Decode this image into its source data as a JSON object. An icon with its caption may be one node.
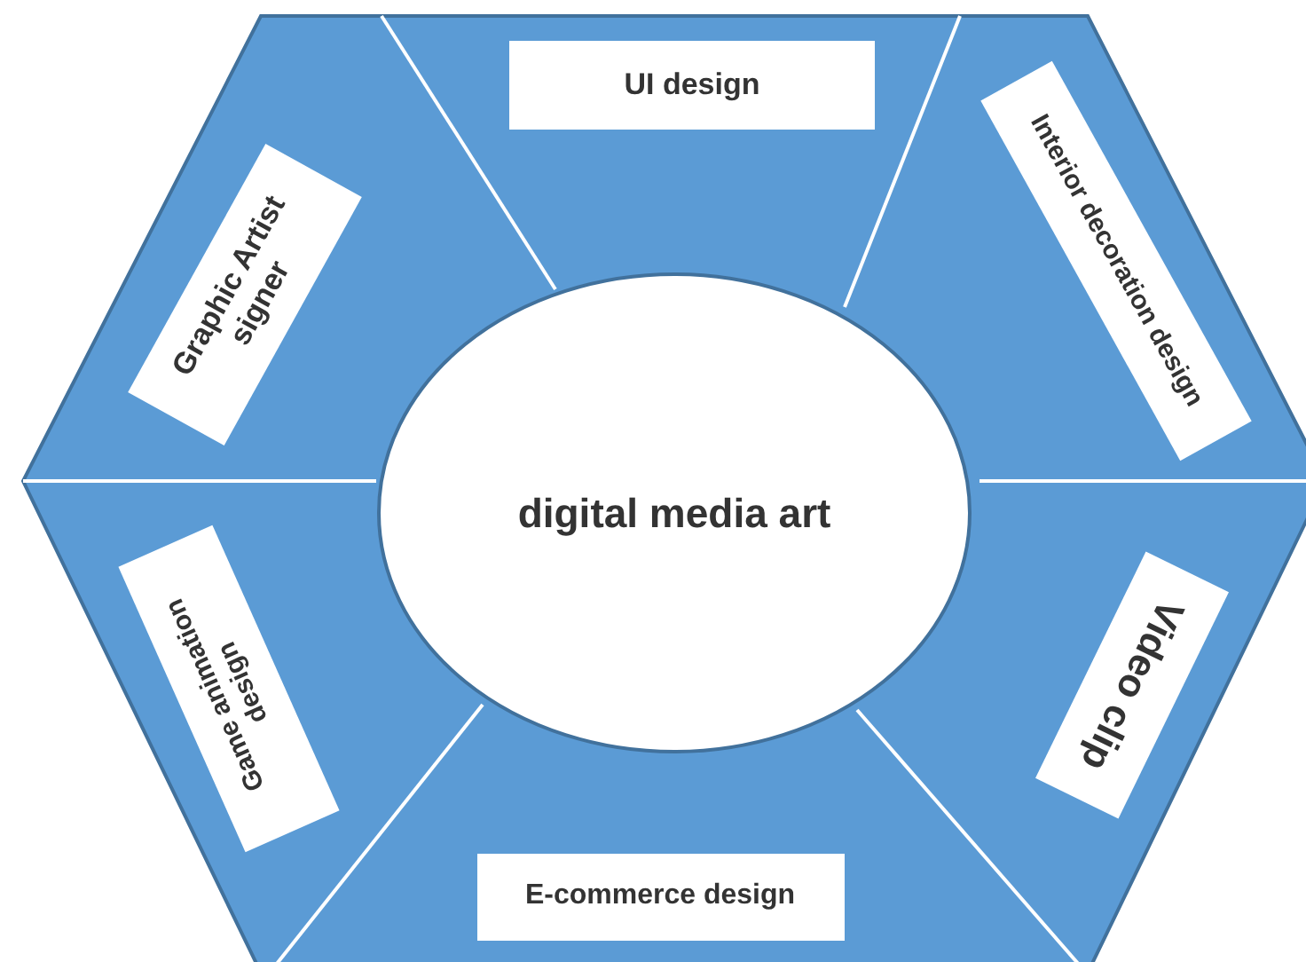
{
  "diagram": {
    "nodes": [
      {
        "text": [],
        "shape": "hexagon"
      },
      {
        "text": [
          "digital media art"
        ],
        "in": 0
      },
      {
        "text": [
          "UI design"
        ],
        "in": 0
      },
      {
        "text": [
          "Interior decoration design"
        ],
        "in": 0
      },
      {
        "text": [
          "Video clip"
        ],
        "in": 0
      },
      {
        "text": [
          "E-commerce design"
        ],
        "in": 0
      },
      {
        "text": [
          "Game animation design"
        ],
        "in": 0
      },
      {
        "text": [
          "Graphic Artist signer"
        ],
        "in": 0
      }
    ]
  }
}
